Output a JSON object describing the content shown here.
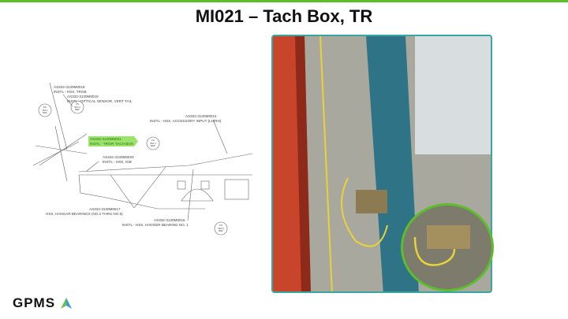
{
  "title": "MI021 – Tach Box, TR",
  "diagram": {
    "callouts": [
      {
        "part": "AS332-3130M8018",
        "desc": "INSTL - HSS, TRGB"
      },
      {
        "part": "AS332-3130M8019",
        "desc": "INSTL - OPTICAL SENSOR, VERT TAIL"
      },
      {
        "part": "AS332-3130M8021",
        "desc": "INSTL - TR/VR TACH BOX"
      },
      {
        "part": "AS332-3130M8020",
        "desc": "INSTL - HSS, IGB"
      },
      {
        "part": "AS332-3130M8014",
        "desc": "INSTL - HSS, ACCESSORY INPUT (LH/RH)"
      },
      {
        "part": "AS332-3130M8017",
        "desc": "HSS, HANGAR BEARINGS (NO.2 THRU NO.6)"
      },
      {
        "part": "AS332-3130M8016",
        "desc": "INSTL - HSS, HANGER BEARING NO. 1"
      }
    ],
    "refs": [
      {
        "a": "WL",
        "b": "154.1",
        "c": "REF"
      },
      {
        "a": "FS",
        "b": "510.4",
        "c": "REF"
      },
      {
        "a": "FS",
        "b": "554.1",
        "c": "REF"
      },
      {
        "a": "FS",
        "b": "362.5",
        "c": "REF"
      }
    ]
  },
  "logo": {
    "text": "GPMS"
  },
  "colors": {
    "accent": "#5cbf2a",
    "frame": "#3aa6a0"
  }
}
